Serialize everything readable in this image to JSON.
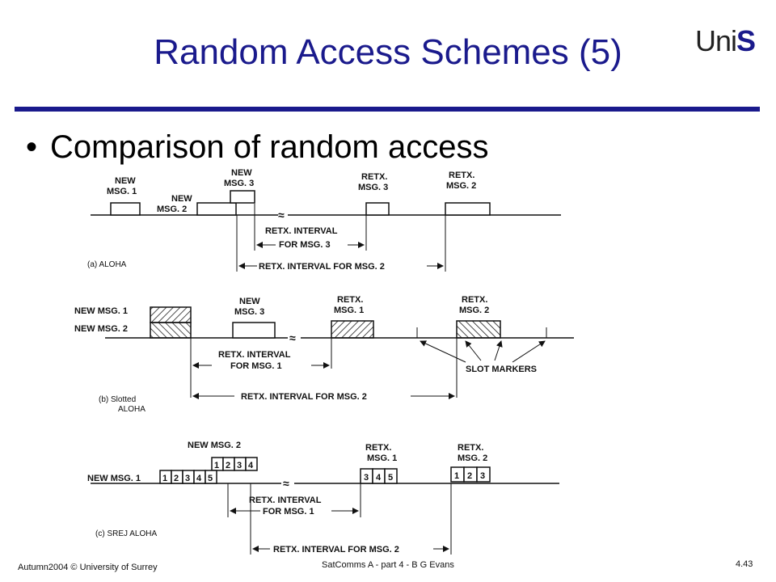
{
  "slide": {
    "title": "Random Access Schemes (5)",
    "bullet": "Comparison of random access",
    "logo": {
      "main": "Uni",
      "accent": "S"
    }
  },
  "footer": {
    "left": "Autumn2004 © University of Surrey",
    "center": "SatComms A - part 4 - B G Evans",
    "page": "4.43"
  },
  "diagram_a": {
    "new_msg1": [
      "NEW",
      "MSG. 1"
    ],
    "new_msg2": [
      "NEW",
      "MSG. 2"
    ],
    "new_msg3": [
      "NEW",
      "MSG. 3"
    ],
    "retx_msg3": [
      "RETX.",
      "MSG. 3"
    ],
    "retx_msg2": [
      "RETX.",
      "MSG. 2"
    ],
    "interval_msg3": [
      "RETX. INTERVAL",
      "FOR MSG. 3"
    ],
    "interval_msg2": "RETX. INTERVAL FOR MSG. 2",
    "caption": "(a) ALOHA"
  },
  "diagram_b": {
    "new_msg1": "NEW MSG. 1",
    "new_msg2": "NEW MSG. 2",
    "new_msg3": [
      "NEW",
      "MSG. 3"
    ],
    "retx_msg1": [
      "RETX.",
      "MSG. 1"
    ],
    "retx_msg2": [
      "RETX.",
      "MSG. 2"
    ],
    "interval_msg1": [
      "RETX. INTERVAL",
      "FOR MSG. 1"
    ],
    "slot_markers": "SLOT MARKERS",
    "interval_msg2": "RETX. INTERVAL FOR MSG. 2",
    "caption": [
      "(b) Slotted",
      "ALOHA"
    ]
  },
  "diagram_c": {
    "new_msg2": "NEW MSG. 2",
    "msg2_blocks": [
      "1",
      "2",
      "3",
      "4"
    ],
    "new_msg1": "NEW MSG. 1",
    "msg1_blocks": [
      "1",
      "2",
      "3",
      "4",
      "5"
    ],
    "retx_msg1": [
      "RETX.",
      "MSG. 1"
    ],
    "retx_msg1_blocks": [
      "3",
      "4",
      "5"
    ],
    "retx_msg2": [
      "RETX.",
      "MSG. 2"
    ],
    "retx_msg2_blocks": [
      "1",
      "2",
      "3"
    ],
    "interval_msg1": [
      "RETX. INTERVAL",
      "FOR MSG. 1"
    ],
    "interval_msg2": "RETX. INTERVAL FOR MSG. 2",
    "caption": "(c) SREJ ALOHA"
  }
}
